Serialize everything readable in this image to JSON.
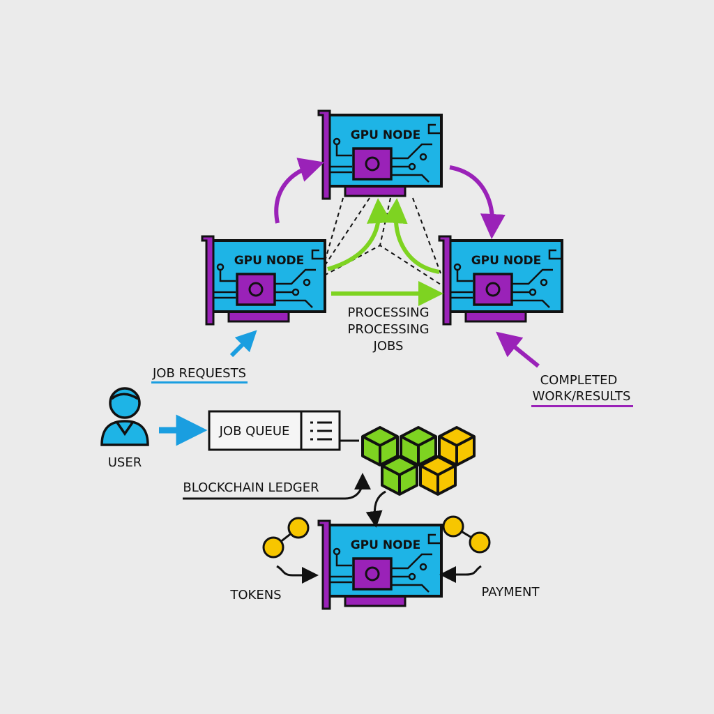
{
  "nodes": {
    "label": "GPU NODE"
  },
  "labels": {
    "job_requests": "JOB REQUESTS",
    "processing_1": "PROCESSING",
    "processing_2": "PROCESSING",
    "processing_3": "JOBS",
    "completed_1": "COMPLETED",
    "completed_2": "WORK/RESULTS",
    "user": "USER",
    "job_queue": "JOB QUEUE",
    "blockchain_ledger": "BLOCKCHAIN LEDGER",
    "tokens": "TOKENS",
    "payment": "PAYMENT"
  },
  "colors": {
    "card": "#1eb4e6",
    "chip": "#9a22b8",
    "purple_arrow": "#9a22b8",
    "green_arrow": "#7ed321",
    "blue_arrow": "#1a9ee0",
    "cube_green": "#7ed321",
    "cube_yellow": "#f7c600",
    "coin": "#f7c600",
    "background": "#ebebeb"
  },
  "icons": [
    "gpu-card-icon",
    "user-icon",
    "list-icon",
    "blockchain-cubes-icon",
    "token-coins-icon"
  ]
}
